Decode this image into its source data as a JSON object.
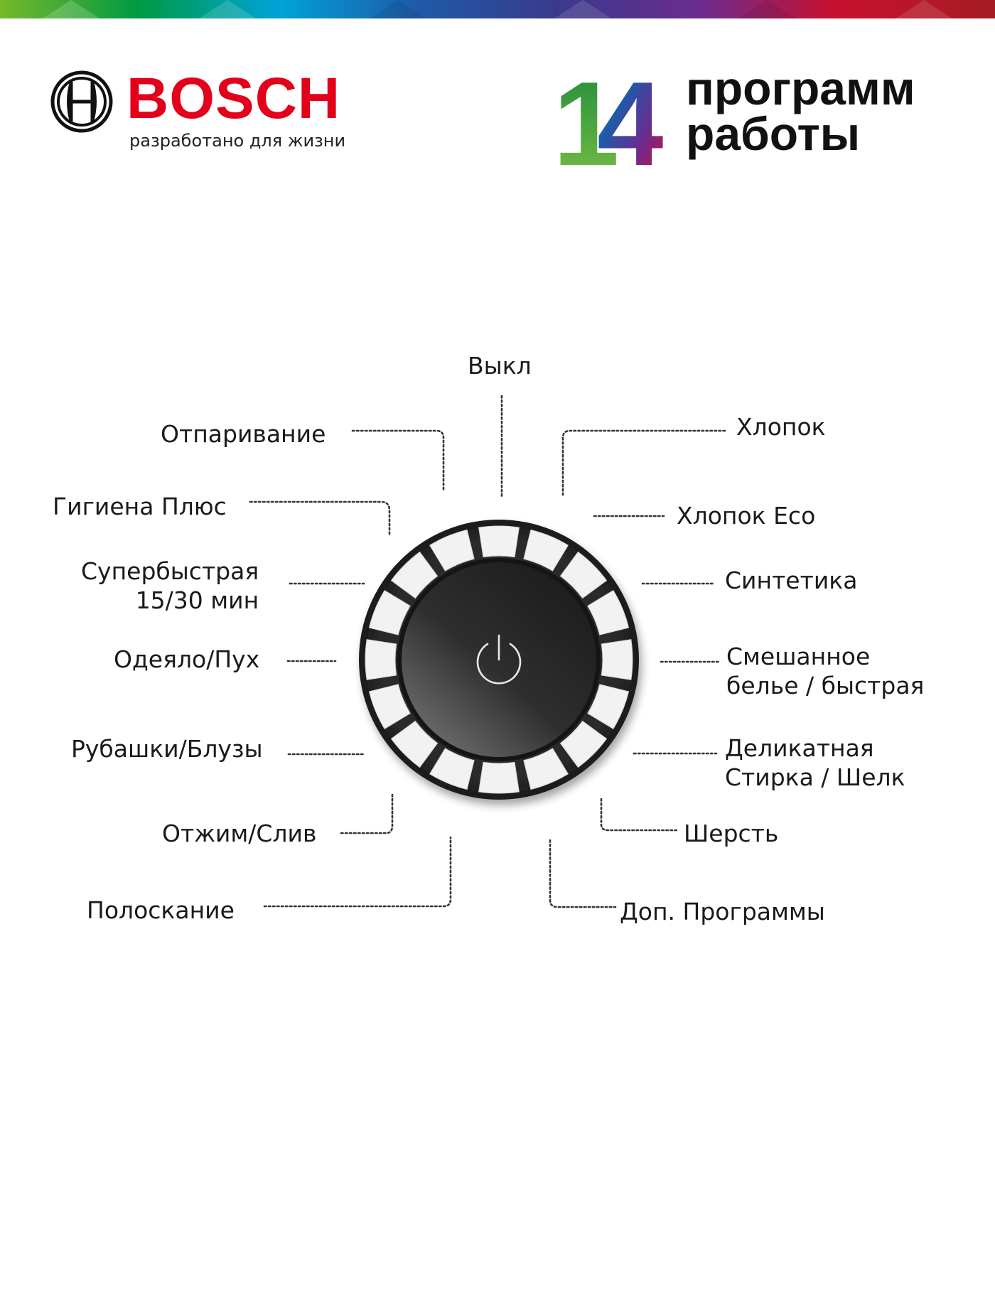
{
  "brand": {
    "name": "BOSCH",
    "tagline": "разработано для жизни",
    "logo_icon": "bosch-armature-icon",
    "color": "#e2001a"
  },
  "headline": {
    "number_digits": [
      "1",
      "4"
    ],
    "line1": "программ",
    "line2": "работы"
  },
  "top_strip_colors": [
    "#76b82a",
    "#009a44",
    "#00a3d8",
    "#1e5aa8",
    "#3a3a8c",
    "#6a2c91",
    "#c8102e",
    "#a51d24"
  ],
  "dial": {
    "center_icon": "power-icon",
    "segment_count": 16,
    "face_color": "#2a2a2a",
    "segment_color": "#f2f2f2"
  },
  "programs": {
    "off": "Выкл",
    "steam": "Отпаривание",
    "hygiene_plus": "Гигиена Плюс",
    "super_quick": [
      "Супербыстрая",
      "15/30 мин"
    ],
    "duvet": "Одеяло/Пух",
    "shirts": "Рубашки/Блузы",
    "spin_drain": "Отжим/Слив",
    "rinse": "Полоскание",
    "cotton": "Хлопок",
    "cotton_eco": "Хлопок Eco",
    "synthetics": "Синтетика",
    "mixed": [
      "Смешанное",
      "белье / быстрая"
    ],
    "delicate": [
      "Деликатная",
      "Стирка / Шелк"
    ],
    "wool": "Шерсть",
    "extra": "Доп. Программы"
  }
}
